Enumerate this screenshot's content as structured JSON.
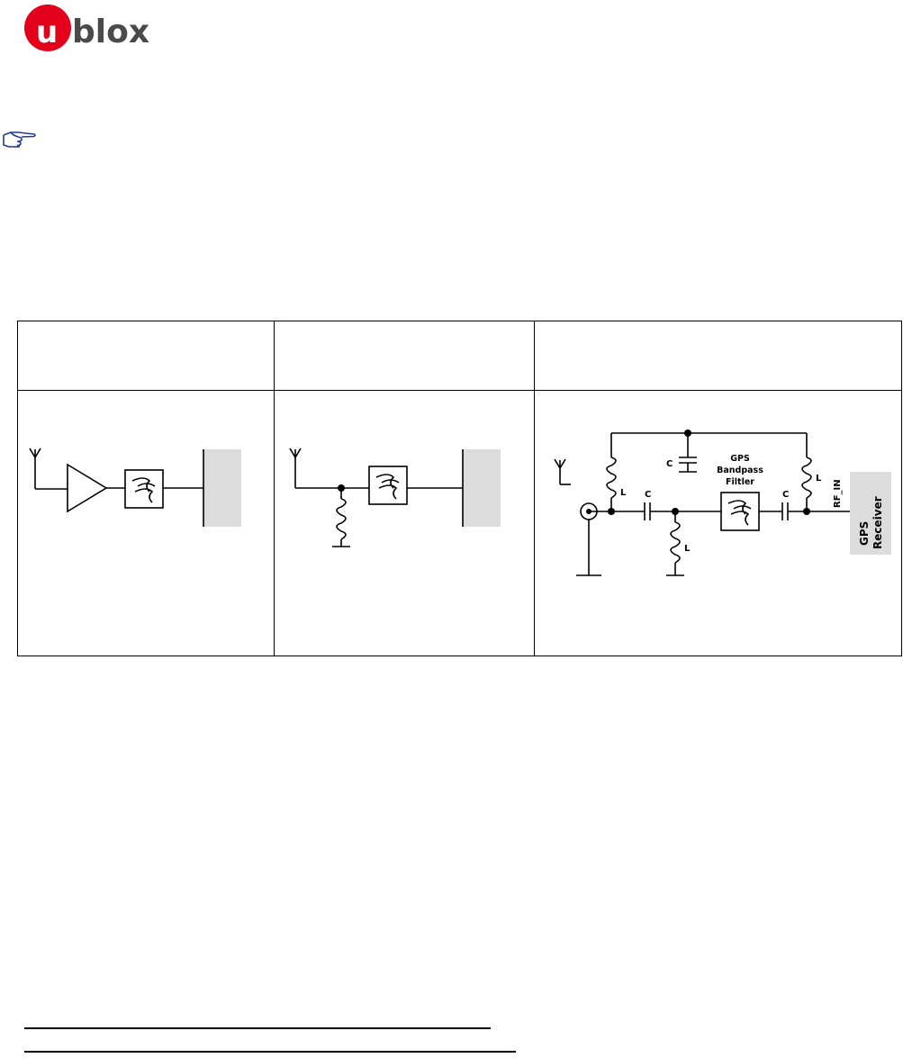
{
  "header": {
    "logo_text": "ublox",
    "logo_colors": {
      "circle": "#e3001b",
      "text": "#4a4a4a"
    }
  },
  "note": {
    "icon": "pointing-hand-icon",
    "color": "#1f3a93"
  },
  "table": {
    "headers": [
      "",
      "",
      ""
    ],
    "diagram_c": {
      "label_capacitor": "C",
      "label_inductor": "L",
      "filter_label_line1": "GPS",
      "filter_label_line2": "Bandpass",
      "filter_label_line3": "Filtler",
      "rf_in_label": "RF_IN",
      "receiver_line1": "GPS",
      "receiver_line2": "Receiver"
    }
  },
  "colors": {
    "receiver_fill": "#dcdcdc",
    "line": "#000000"
  }
}
